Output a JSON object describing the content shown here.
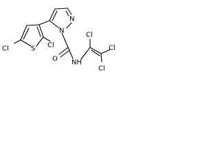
{
  "structure": {
    "atoms": {
      "cl_thiophene_5": "Cl",
      "s_thiophene": "S",
      "cl_thiophene_2": "Cl",
      "n_pyrazole_2": "N",
      "n_pyrazole_1": "N",
      "o_carbonyl": "O",
      "nh_amide": "NH",
      "cl_vinyl_top": "Cl",
      "cl_vinyl_right": "Cl",
      "cl_vinyl_bottom": "Cl"
    },
    "colors": {
      "ink": "#000000",
      "background": "#ffffff"
    }
  }
}
